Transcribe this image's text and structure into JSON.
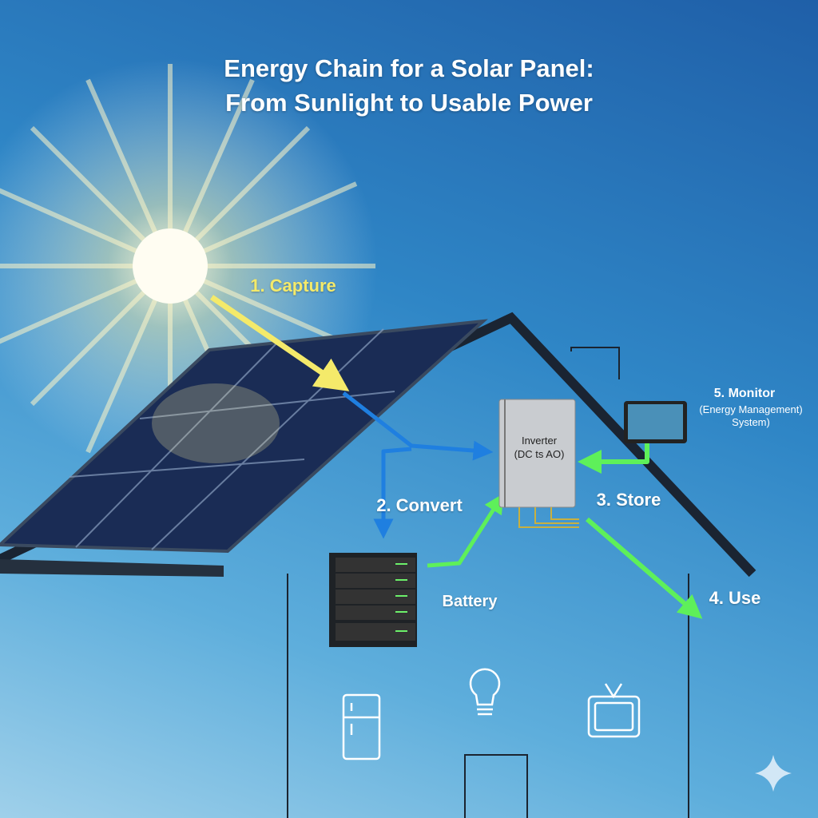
{
  "title": {
    "line1": "Energy Chain for a Solar Panel:",
    "line2": "From Sunlight to Usable Power"
  },
  "steps": {
    "capture": "1. Capture",
    "convert": "2. Convert",
    "store": "3. Store",
    "use": "4. Use",
    "monitor": "5. Monitor",
    "monitor_sub1": "(Energy Management)",
    "monitor_sub2": "System)"
  },
  "inverter": {
    "line1": "Inverter",
    "line2": "(DC ts AO)"
  },
  "battery_label": "Battery",
  "colors": {
    "capture": "#f4ea6a",
    "convert": "#1f7fe0",
    "store": "#5ef05a"
  }
}
